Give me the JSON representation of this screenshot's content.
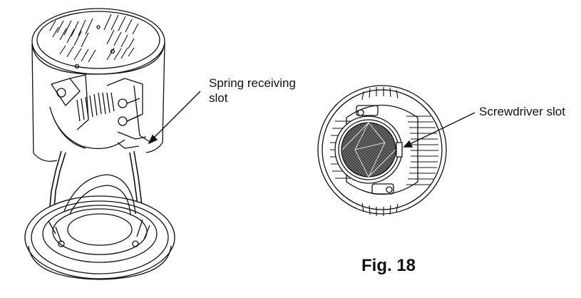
{
  "labels": {
    "spring_line1": "Spring receiving",
    "spring_line2": "slot",
    "screwdriver": "Screwdriver slot"
  },
  "figure": {
    "caption": "Fig. 18"
  }
}
